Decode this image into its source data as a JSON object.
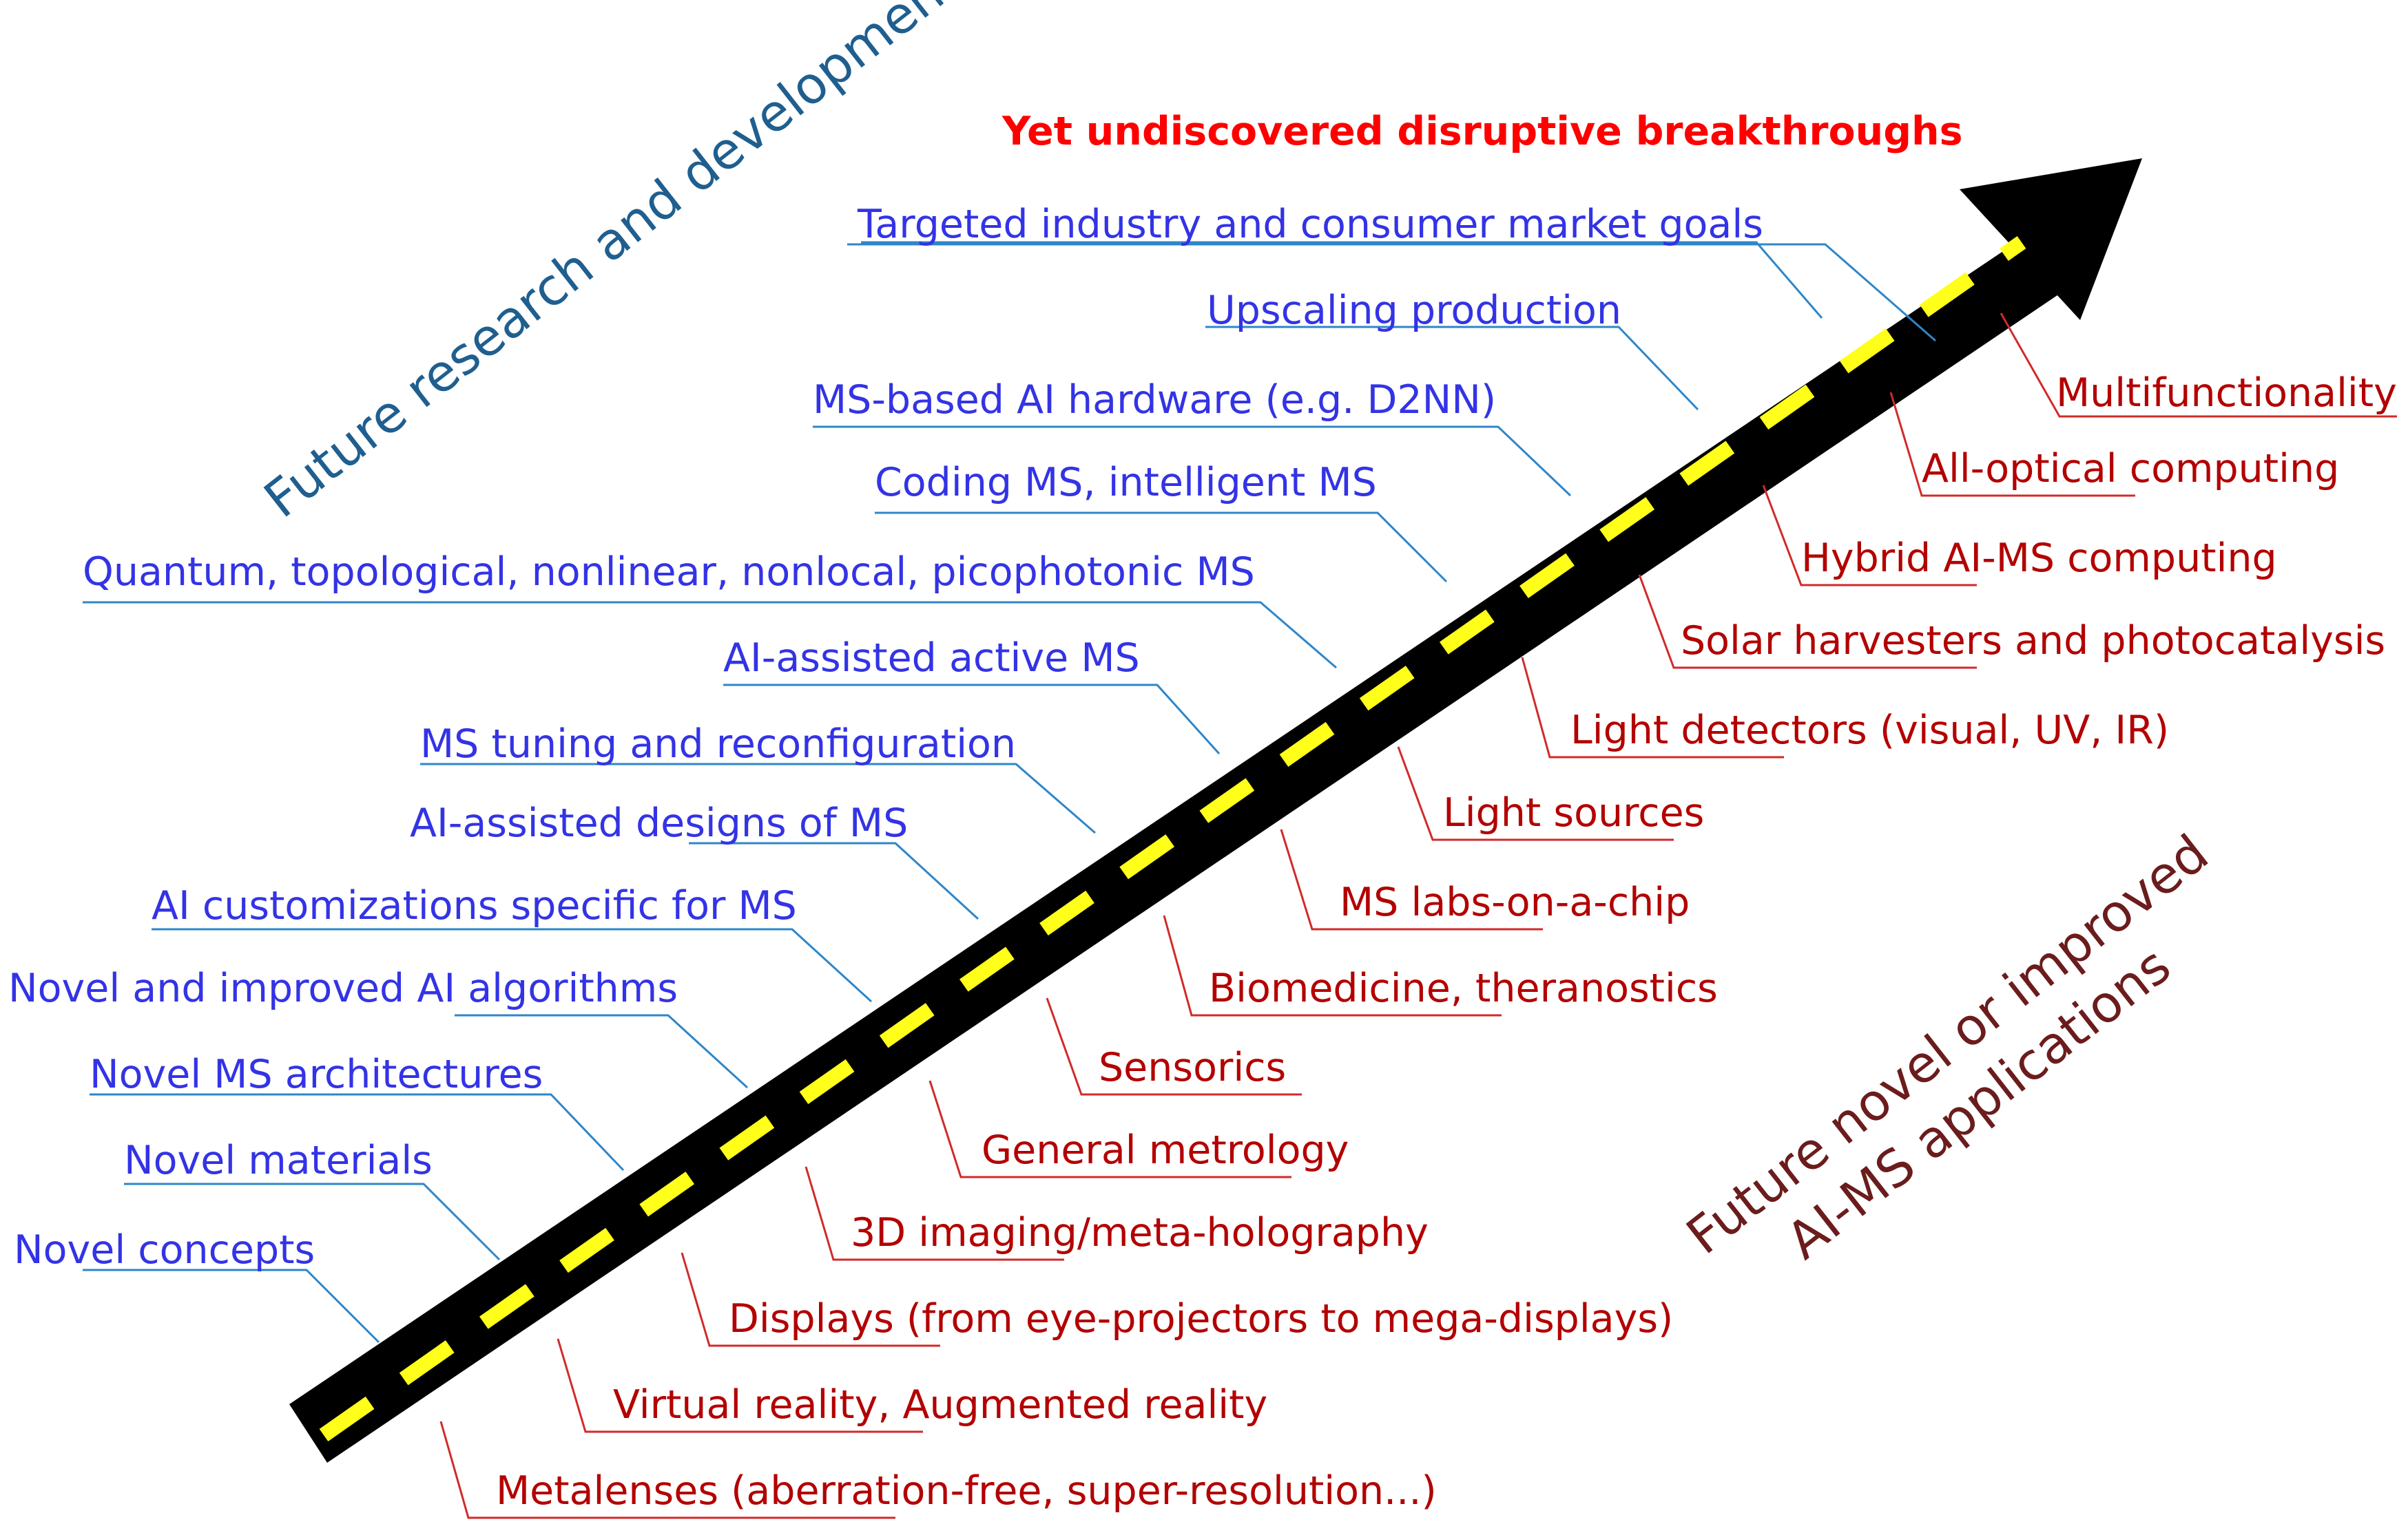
{
  "headline": {
    "text": "Yet undiscovered disruptive breakthroughs",
    "color": "#ff0000"
  },
  "left_title": {
    "text": "Future research and development",
    "color": "#1f5f8f"
  },
  "right_title": {
    "line1": "Future novel or improved",
    "line2": "AI-MS applications",
    "color": "#6b1c1c"
  },
  "colors": {
    "left_labels": "#3333e6",
    "right_labels": "#b30000",
    "left_leaders": "#2e86c9",
    "right_leaders": "#d12a2a",
    "road": "#000000",
    "road_stripe": "#ffff1a"
  },
  "left_labels": [
    "Targeted industry and consumer market goals",
    "Upscaling production",
    "MS-based AI hardware (e.g. D2NN)",
    "Coding MS, intelligent MS",
    "Quantum, topological, nonlinear, nonlocal, picophotonic MS",
    "AI-assisted active MS",
    "MS tuning and reconfiguration",
    "AI-assisted designs of MS",
    "AI customizations specific for MS",
    "Novel and improved AI algorithms",
    "Novel MS architectures",
    "Novel materials",
    "Novel concepts"
  ],
  "right_labels": [
    "Multifunctionality",
    "All-optical computing",
    "Hybrid AI-MS computing",
    "Solar harvesters and photocatalysis",
    "Light detectors (visual, UV, IR)",
    "Light sources",
    "MS labs-on-a-chip",
    "Biomedicine, theranostics",
    "Sensorics",
    "General metrology",
    "3D imaging/meta-holography",
    "Displays (from eye-projectors to mega-displays)",
    "Virtual reality, Augmented reality",
    "Metalenses (aberration-free, super-resolution...)"
  ]
}
